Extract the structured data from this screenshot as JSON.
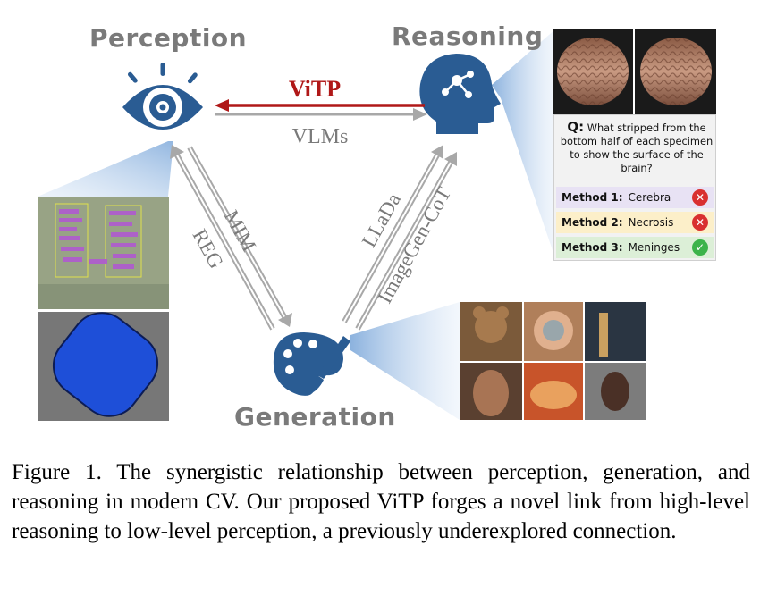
{
  "nodes": {
    "perception": "Perception",
    "reasoning": "Reasoning",
    "generation": "Generation"
  },
  "edges": {
    "vitp": "ViTP",
    "vlms": "VLMs",
    "mim": "MIM",
    "reg": "REG",
    "llada": "LLaDa",
    "imagegen_cot": "ImageGen-CoT"
  },
  "colors": {
    "icon_blue": "#2a5c93",
    "vitp_red": "#b01818",
    "label_gray": "#7a7a7a",
    "arrow_gray": "#a8a8a8"
  },
  "qa": {
    "q_mark": "Q:",
    "question": "What stripped from the bottom half of each specimen to show the surface of the brain?",
    "methods": [
      {
        "label": "Method 1:",
        "answer": "Cerebra",
        "correct": false,
        "bg": "#e8e2f4"
      },
      {
        "label": "Method 2:",
        "answer": "Necrosis",
        "correct": false,
        "bg": "#fcefc9"
      },
      {
        "label": "Method 3:",
        "answer": "Meninges",
        "correct": true,
        "bg": "#dcefd7"
      }
    ]
  },
  "caption": "Figure 1.  The synergistic relationship between perception, generation, and reasoning in modern CV. Our proposed ViTP forges a novel link from high-level reasoning to low-level perception, a previously underexplored connection."
}
